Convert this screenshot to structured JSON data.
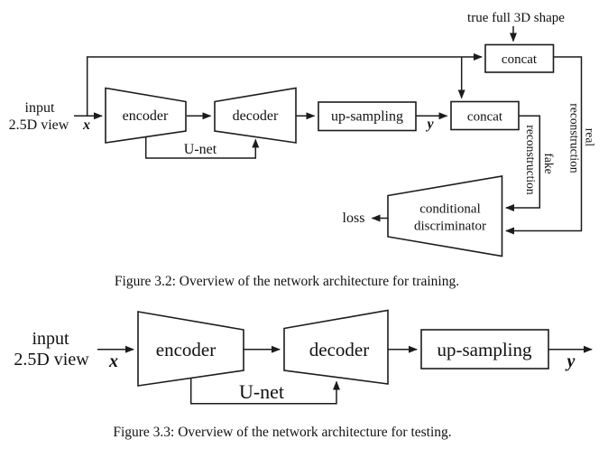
{
  "colors": {
    "ink": "#1c1c1c",
    "text": "#111111",
    "background": "#ffffff"
  },
  "figure_training": {
    "caption": "Figure 3.2: Overview of the network architecture for training.",
    "labels": {
      "input_line1": "input",
      "input_line2": "2.5D view",
      "x": "x",
      "encoder": "encoder",
      "unet": "U-net",
      "decoder": "decoder",
      "upsampling": "up-sampling",
      "y": "y",
      "concat_top": "concat",
      "concat_mid": "concat",
      "true_shape": "true full 3D shape",
      "fake_word": "fake",
      "fake_recon_word": "reconstruction",
      "real_word": "real",
      "real_recon_word": "reconstruction",
      "discriminator_line1": "conditional",
      "discriminator_line2": "discriminator",
      "loss": "loss"
    }
  },
  "figure_testing": {
    "caption": "Figure 3.3: Overview of the network architecture for testing.",
    "labels": {
      "input_line1": "input",
      "input_line2": "2.5D view",
      "x": "x",
      "encoder": "encoder",
      "unet": "U-net",
      "decoder": "decoder",
      "upsampling": "up-sampling",
      "y": "y"
    }
  }
}
